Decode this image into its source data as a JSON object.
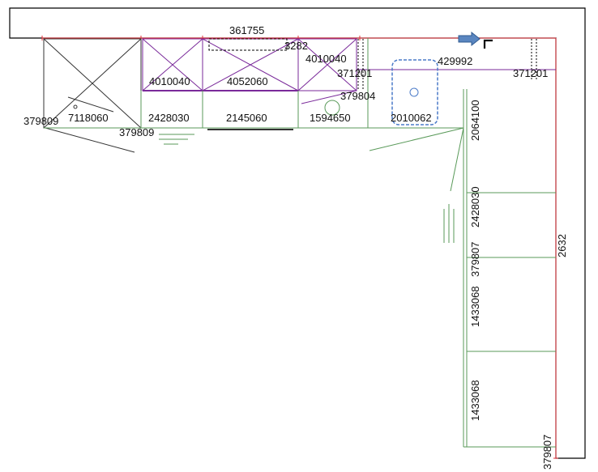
{
  "colors": {
    "wall": "#000000",
    "dimension": "#e0303a",
    "base_cabinet": "#5a9a5a",
    "wall_cabinet": "#7a2a9a",
    "sink": "#4a7ac8",
    "arrow": "#5a86c0",
    "tall_unit": "#333333"
  },
  "labels": {
    "overall_top": "361755",
    "l1": "3282",
    "l2": "4010040",
    "l3": "429992",
    "l4": "371201",
    "l5": "371201",
    "l6": "4010040",
    "l7": "4052060",
    "l8": "379804",
    "l9": "379809",
    "l10": "7118060",
    "l11": "2428030",
    "l12": "2145060",
    "l13": "1594650",
    "l14": "2010062",
    "l15": "379809",
    "v1": "2064100",
    "v2": "2428030",
    "v3": "379807",
    "v4": "1433068",
    "v5": "1433068",
    "v6": "379807",
    "v7": "2632"
  },
  "icons": {
    "arrow": "direction-arrow-icon",
    "corner": "corner-marker-icon"
  }
}
